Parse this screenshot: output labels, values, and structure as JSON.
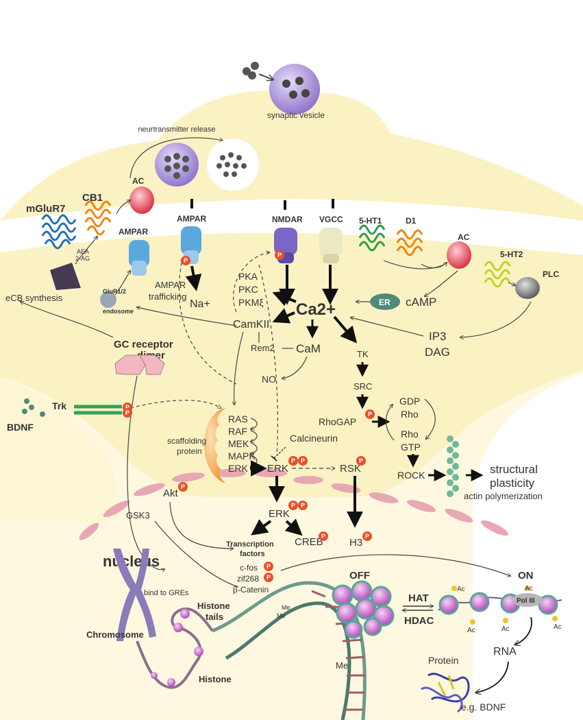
{
  "colors": {
    "cytoplasm": "#fbf2c4",
    "background": "#ffffff",
    "arrow": "#111111",
    "phospho": "#e8502a",
    "nuclear_envelope": "#e8a7b4"
  },
  "membrane": {
    "synaptic_vesicle": "synaptic vesicle",
    "neurotransmitter_release": "neurtransmitter release",
    "ac_top": "AC",
    "cb1": "CB1",
    "mglur7": "mGluR7",
    "aea": "AEA",
    "two_ag": "2-AG",
    "ampar_left": "AMPAR",
    "ampar_right": "AMPAR",
    "nmdar": "NMDAR",
    "vgcc": "VGCC",
    "ht1": "5-HT1",
    "d1": "D1",
    "ac_right": "AC",
    "ht2": "5-HT2",
    "plc": "PLC"
  },
  "cytoplasm": {
    "ecb_synthesis": "eCB synthesis",
    "glur12": "GluR1/2",
    "endosome": "endosome",
    "ampar_trafficking_1": "AMPAR",
    "ampar_trafficking_2": "trafficking",
    "na": "Na+",
    "pka": "PKA",
    "pkc": "PKC",
    "pkm": "PKMξ",
    "ca": "Ca2+",
    "er": "ER",
    "camp": "cAMP",
    "camkii": "CamKII",
    "rem2": "Rem2",
    "cam": "CaM",
    "no": "NO",
    "tk": "TK",
    "ip3": "IP3",
    "dag": "DAG",
    "src": "SRC",
    "gc_receptor_1": "GC receptor",
    "gc_receptor_2": "dimer",
    "trk": "Trk",
    "bdnf": "BDNF",
    "gdp": "GDP",
    "rho_1": "Rho",
    "rhogap": "RhoGAP",
    "rho_2": "Rho",
    "gtp": "GTP",
    "ras": "RAS",
    "raf": "RAF",
    "mek": "MEK",
    "mapk": "MAPK",
    "erk_scaffold": "ERK",
    "scaffolding_1": "scaffolding",
    "scaffolding_2": "protein",
    "calcineurin": "Calcineurin",
    "erk_p": "ERK",
    "rsk": "RSK",
    "rock": "ROCK",
    "structural_1": "structural",
    "structural_2": "plasticity",
    "actin": "actin polymerization",
    "akt": "Akt"
  },
  "nucleus": {
    "gsk3": "GSK3",
    "erk_nuc": "ERK",
    "tf_1": "Transcription",
    "tf_2": "factors",
    "creb": "CREB",
    "h3": "H3",
    "nucleus_label": "nucleus",
    "cfos": "c-fos",
    "zif268": "zif268",
    "bcatenin": "β-Catenin",
    "bind_gres": "bind to GREs",
    "chromosome": "Chromosome",
    "histone_tails_1": "Histone",
    "histone_tails_2": "tails",
    "histone": "Histone",
    "me1": "Me",
    "me2": "Me",
    "me3": "Me",
    "off": "OFF",
    "on": "ON",
    "hat": "HAT",
    "hdac": "HDAC",
    "ac_mark": "Ac",
    "pol": "Pol III",
    "rna": "RNA",
    "protein": "Protein",
    "eg_bdnf": "e.g. BDNF",
    "p": "P"
  }
}
